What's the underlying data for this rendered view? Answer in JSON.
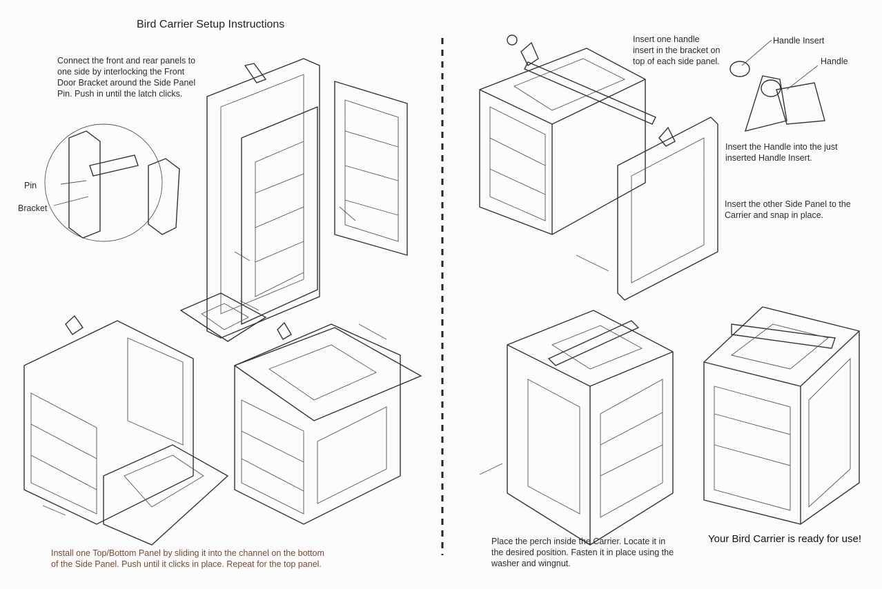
{
  "title": "Bird Carrier Setup Instructions",
  "steps": {
    "step1": "Connect the front and rear panels to\none side by interlocking the Front\nDoor Bracket around the Side Panel\nPin. Push in until the latch clicks.",
    "step2": "Install one Top/Bottom Panel by sliding it into the channel on the bottom\nof the Side Panel.  Push until it clicks in place. Repeat for the top panel.",
    "step3a": "Insert one handle\ninsert in the bracket on\ntop of each side panel.",
    "step3b": "Insert the Handle into the just\ninserted Handle Insert.",
    "step3c": "Insert the other Side Panel to the\nCarrier and snap in place.",
    "step4": "Place the perch inside the Carrier. Locate it in\nthe desired position. Fasten it in place using the\nwasher and wingnut.",
    "ready": "Your Bird Carrier is ready for use!"
  },
  "labels": {
    "pin": "Pin",
    "bracket": "Bracket",
    "handle_insert": "Handle Insert",
    "handle": "Handle"
  },
  "colors": {
    "text": "#2a2a2a",
    "step2_text": "#7a4a2e",
    "line_art": "#333333"
  }
}
